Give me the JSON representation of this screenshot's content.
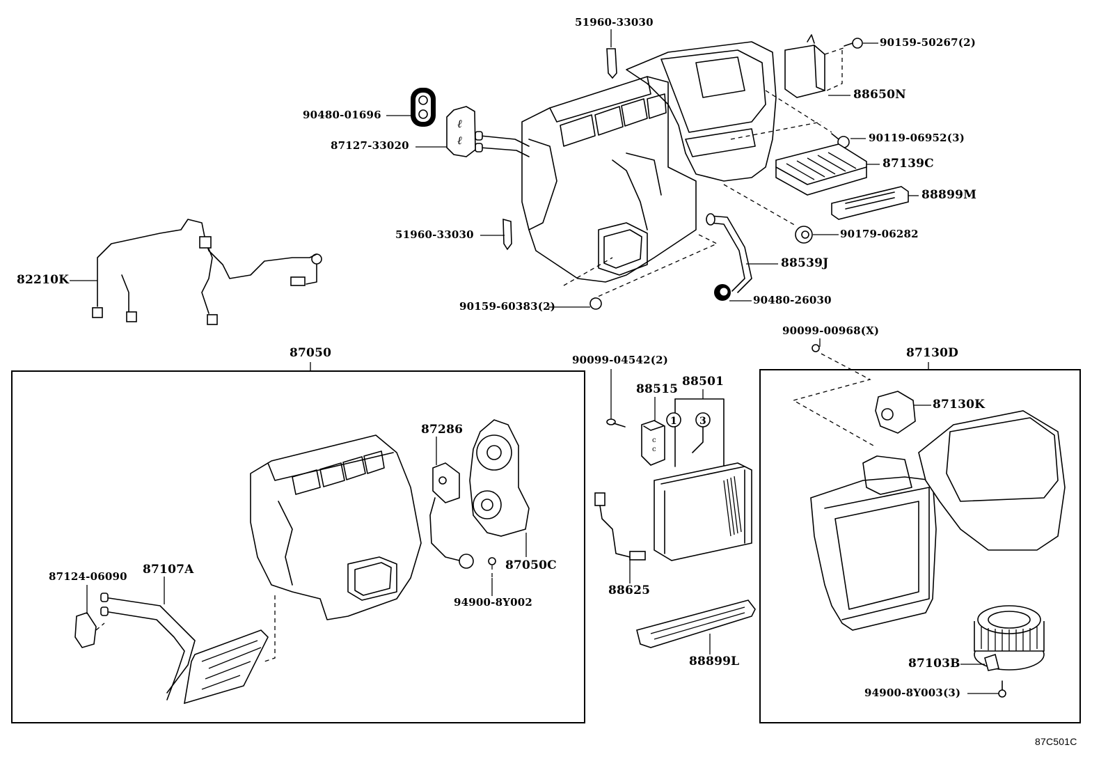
{
  "diagram": {
    "title_code": "87C501C",
    "labels": {
      "p51960_top": "51960-33030",
      "p90159_50267": "90159-50267(2)",
      "p90480_01696": "90480-01696",
      "p88650N": "88650N",
      "p87127_33020": "87127-33020",
      "p90119_06952": "90119-06952(3)",
      "p87139C": "87139C",
      "p88899M": "88899M",
      "p82210K": "82210K",
      "p51960_mid": "51960-33030",
      "p90179_06282": "90179-06282",
      "p88539J": "88539J",
      "p90159_60383": "90159-60383(2)",
      "p90480_26030": "90480-26030",
      "p90099_00968": "90099-00968(X)",
      "p87050": "87050",
      "p90099_04542": "90099-04542(2)",
      "p88515": "88515",
      "p88501": "88501",
      "p87130D": "87130D",
      "p87286": "87286",
      "p87130K": "87130K",
      "p87124_06090": "87124-06090",
      "p87107A": "87107A",
      "p87050C": "87050C",
      "p94900_8Y002": "94900-8Y002",
      "p88625": "88625",
      "p88899L": "88899L",
      "p87103B": "87103B",
      "p94900_8Y003": "94900-8Y003(3)",
      "circle1": "1",
      "circle3": "3"
    },
    "groups": [
      {
        "id": "87050",
        "contains": [
          "87107A",
          "87124-06090",
          "87286",
          "87050C",
          "94900-8Y002"
        ]
      },
      {
        "id": "87130D",
        "contains": [
          "87130K",
          "87103B",
          "94900-8Y003(3)"
        ]
      },
      {
        "id": "88501",
        "contains": [
          "1",
          "3"
        ]
      }
    ]
  }
}
